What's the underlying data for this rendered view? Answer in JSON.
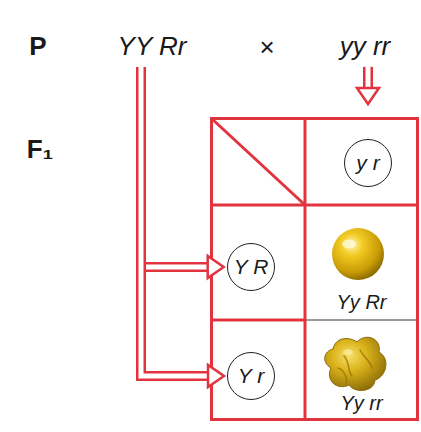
{
  "diagram": {
    "nodes": [
      {
        "text": [
          "YY Rr"
        ]
      },
      {
        "text": [
          "yy rr"
        ]
      },
      {
        "text": [
          "y r"
        ]
      },
      {
        "text": [
          "Y R"
        ]
      },
      {
        "text": [
          "Y r"
        ]
      },
      {
        "text": [
          "Yy Rr"
        ]
      },
      {
        "text": [
          "Yy rr"
        ]
      }
    ],
    "edges": [
      {
        "from": 0,
        "to": 3,
        "arrow": "to"
      },
      {
        "from": 0,
        "to": 4,
        "arrow": "to"
      },
      {
        "from": 1,
        "to": 2,
        "arrow": "to"
      }
    ],
    "labels": [
      "P",
      "×",
      "F₁"
    ]
  }
}
